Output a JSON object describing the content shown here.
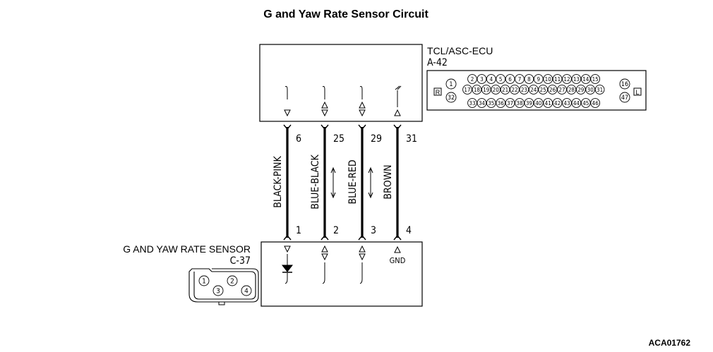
{
  "title": "G and Yaw Rate Sensor Circuit",
  "ecu": {
    "name": "TCL/ASC-ECU",
    "connector": "A-42",
    "side_left": "R",
    "side_right": "L",
    "pins_row1": [
      "2",
      "3",
      "4",
      "5",
      "6",
      "7",
      "8",
      "9",
      "10",
      "11",
      "12",
      "13",
      "14",
      "15"
    ],
    "pins_row2": [
      "17",
      "18",
      "19",
      "20",
      "21",
      "22",
      "23",
      "24",
      "25",
      "26",
      "27",
      "28",
      "29",
      "30",
      "31"
    ],
    "pins_row3": [
      "33",
      "34",
      "35",
      "36",
      "37",
      "38",
      "39",
      "40",
      "41",
      "42",
      "43",
      "44",
      "45",
      "46"
    ],
    "pin_left_top": "1",
    "pin_left_bottom": "32",
    "pin_right_top": "16",
    "pin_right_bottom": "47"
  },
  "sensor": {
    "name": "G AND YAW RATE SENSOR",
    "connector": "C-37",
    "gnd_label": "GND",
    "pins": [
      "1",
      "2",
      "3",
      "4"
    ]
  },
  "wires": [
    {
      "color": "BLACK-PINK",
      "ecu_pin": "6",
      "sensor_pin": "1",
      "bidirectional": false
    },
    {
      "color": "BLUE-BLACK",
      "ecu_pin": "25",
      "sensor_pin": "2",
      "bidirectional": true
    },
    {
      "color": "BLUE-RED",
      "ecu_pin": "29",
      "sensor_pin": "3",
      "bidirectional": true
    },
    {
      "color": "BROWN",
      "ecu_pin": "31",
      "sensor_pin": "4",
      "bidirectional": false
    }
  ],
  "figure_code": "ACA01762"
}
